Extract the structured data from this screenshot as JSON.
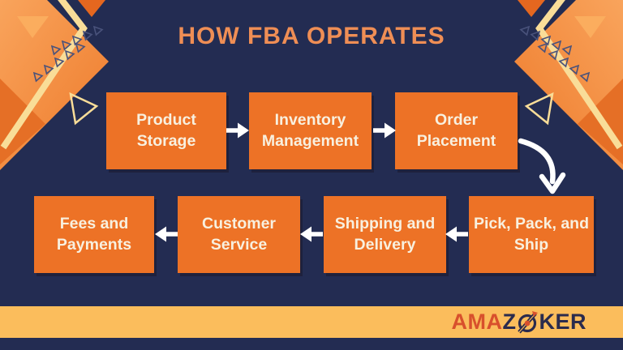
{
  "title": "HOW FBA OPERATES",
  "flow": {
    "row1": [
      {
        "label": "Product Storage"
      },
      {
        "label": "Inventory Management"
      },
      {
        "label": "Order Placement"
      }
    ],
    "row2": [
      {
        "label": "Fees and Payments"
      },
      {
        "label": "Customer Service"
      },
      {
        "label": "Shipping and Delivery"
      },
      {
        "label": "Pick, Pack, and Ship"
      }
    ]
  },
  "logo": {
    "text_orange": "AMA",
    "text_z": "Z",
    "text_ker": "KER"
  },
  "icons": {
    "arrow_right": "→",
    "arrow_left": "←",
    "curved_arrow": "↷",
    "compass_o": "compass needle inside letter O"
  },
  "colors": {
    "background_navy": "#232C52",
    "box_orange": "#ED7226",
    "title_orange": "#EF8E55",
    "box_text_cream": "#F8F0DF",
    "arrow_white": "#FFFFFF",
    "footer_bar_yellow": "#FBBD5C",
    "logo_orange": "#D8502C",
    "logo_navy": "#2B2B4D",
    "corner_cream": "#F9DD98"
  }
}
